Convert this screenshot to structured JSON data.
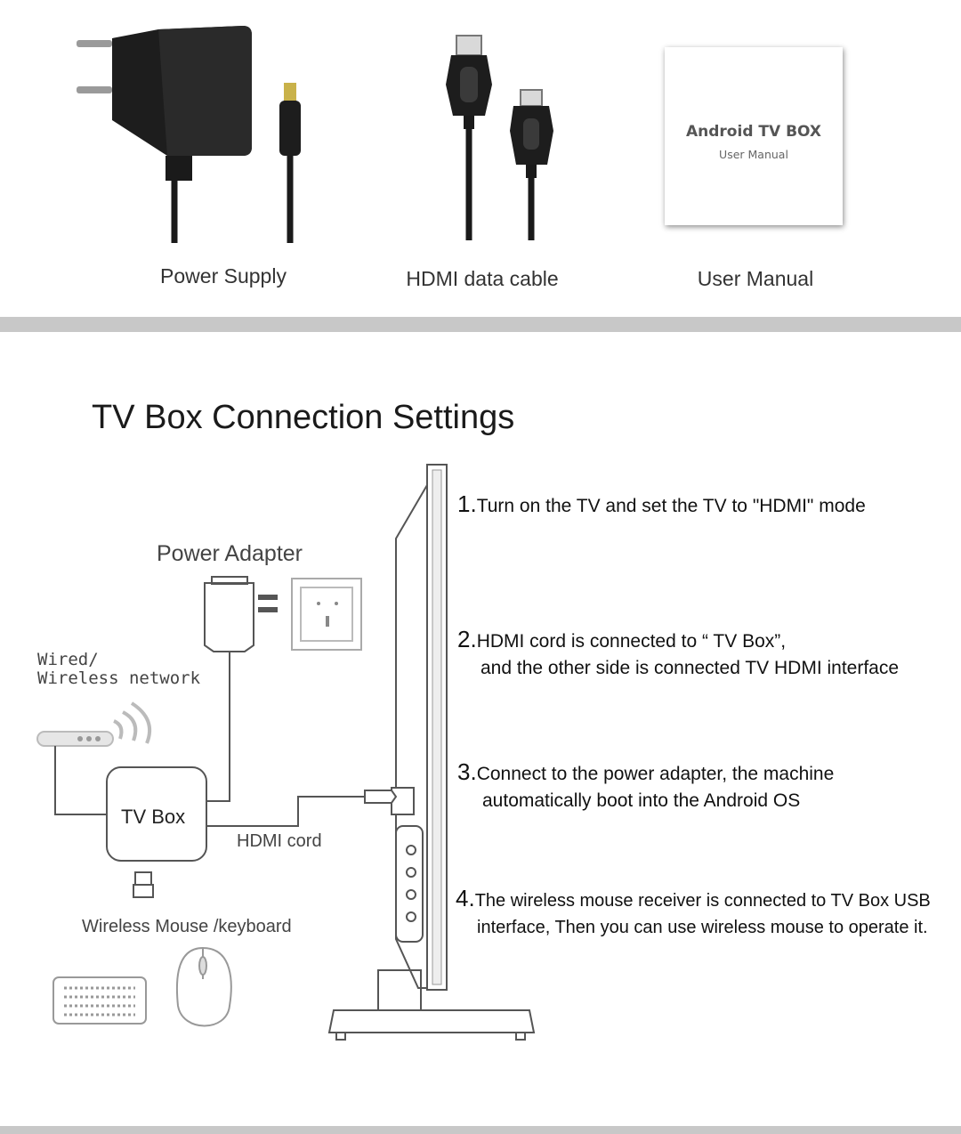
{
  "accessories": [
    {
      "label": "Power Supply"
    },
    {
      "label": "HDMI data cable"
    },
    {
      "label": "User Manual"
    }
  ],
  "manual_cover": {
    "title": "Android TV BOX",
    "subtitle": "User Manual"
  },
  "connection": {
    "title": "TV Box Connection Settings",
    "steps": [
      {
        "num": "1.",
        "lines": [
          "Turn on the TV and set the TV to \"HDMI\" mode"
        ]
      },
      {
        "num": "2.",
        "lines": [
          "HDMI cord is connected to “ TV Box”,",
          "and the other side is connected TV HDMI interface"
        ]
      },
      {
        "num": "3.",
        "lines": [
          "Connect to the power adapter, the machine",
          "automatically boot into the Android OS"
        ]
      },
      {
        "num": "4.",
        "lines": [
          "The wireless mouse receiver is connected to TV  Box USB",
          "interface, Then you can use wireless mouse to operate it."
        ]
      }
    ]
  },
  "diagram": {
    "power_adapter": "Power Adapter",
    "network": [
      "Wired/",
      "Wireless network"
    ],
    "tv_box": "TV Box",
    "hdmi_cord": "HDMI cord",
    "mouse_keyboard": "Wireless Mouse  /keyboard"
  },
  "colors": {
    "divider": "#c8c8c8",
    "product": "#1c1c1c",
    "line_art": "#555555"
  }
}
